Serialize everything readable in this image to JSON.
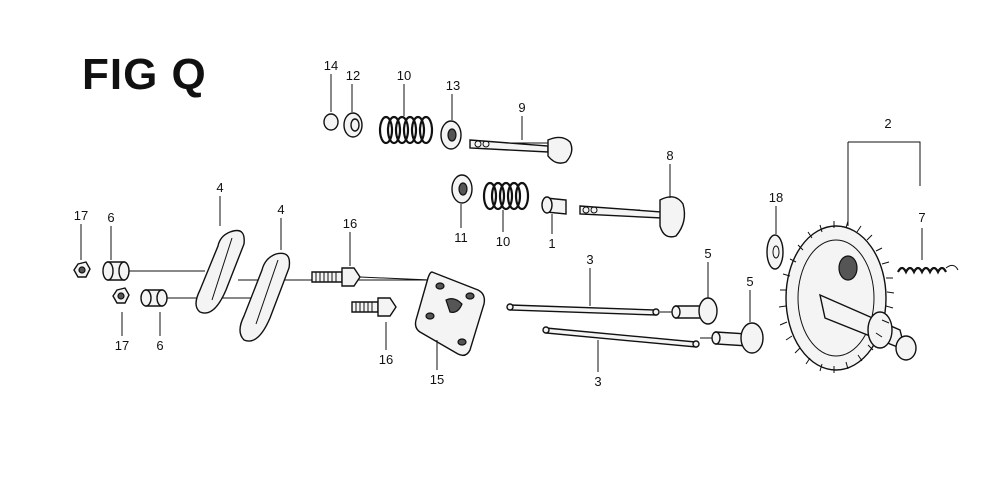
{
  "figure": {
    "title": "FIG Q"
  },
  "callouts": {
    "p14": "14",
    "p12": "12",
    "p10a": "10",
    "p13": "13",
    "p9": "9",
    "p8": "8",
    "p11": "11",
    "p10b": "10",
    "p1": "1",
    "p2": "2",
    "p7": "7",
    "p18": "18",
    "p17a": "17",
    "p6a": "6",
    "p4a": "4",
    "p4b": "4",
    "p16a": "16",
    "p17b": "17",
    "p6b": "6",
    "p16b": "16",
    "p15": "15",
    "p3a": "3",
    "p3b": "3",
    "p5a": "5",
    "p5b": "5"
  }
}
